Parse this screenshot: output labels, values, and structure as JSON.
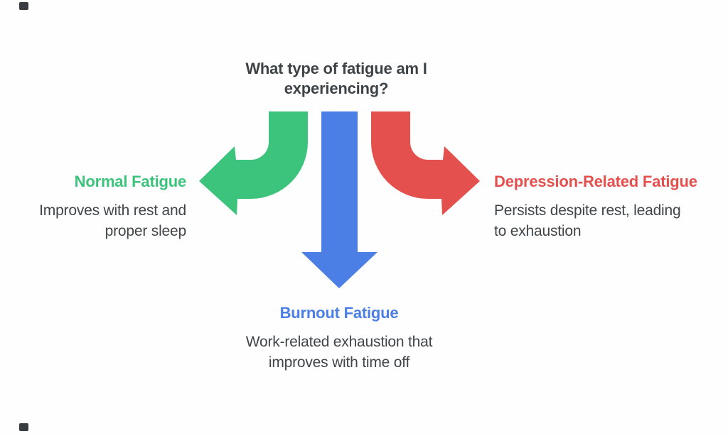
{
  "colors": {
    "background": "#fefefe",
    "text_dark": "#3e4348",
    "green": "#3cc47d",
    "blue": "#4b7fe6",
    "red": "#e3504d",
    "corner_mark": "#383c40"
  },
  "diagram": {
    "title_lines": [
      "What type of fatigue am I",
      "experiencing?"
    ],
    "branches": [
      {
        "id": "normal-fatigue",
        "label": "Normal Fatigue",
        "description_lines": [
          "Improves with rest and",
          "proper sleep"
        ],
        "color": "#3cc47d",
        "arrow_direction": "curved-down-left",
        "position": "left"
      },
      {
        "id": "burnout-fatigue",
        "label": "Burnout Fatigue",
        "description_lines": [
          "Work-related exhaustion that",
          "improves with time off"
        ],
        "color": "#4b7fe6",
        "arrow_direction": "straight-down",
        "position": "bottom"
      },
      {
        "id": "depression-related-fatigue",
        "label": "Depression-Related Fatigue",
        "description_lines": [
          "Persists despite rest, leading",
          "to exhaustion"
        ],
        "color": "#e3504d",
        "arrow_direction": "curved-down-right",
        "position": "right"
      }
    ]
  }
}
